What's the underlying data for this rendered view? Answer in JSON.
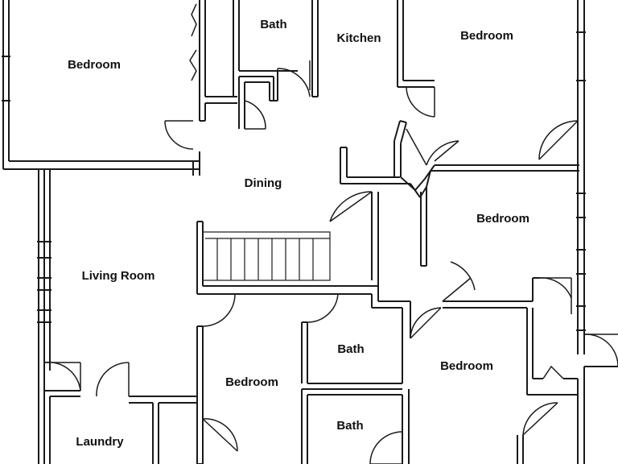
{
  "rooms": [
    {
      "id": "bedroom-nw",
      "label": "Bedroom"
    },
    {
      "id": "bath-north",
      "label": "Bath"
    },
    {
      "id": "kitchen",
      "label": "Kitchen"
    },
    {
      "id": "bedroom-ne",
      "label": "Bedroom"
    },
    {
      "id": "dining",
      "label": "Dining"
    },
    {
      "id": "bedroom-east",
      "label": "Bedroom"
    },
    {
      "id": "living-room",
      "label": "Living Room"
    },
    {
      "id": "bath-center",
      "label": "Bath"
    },
    {
      "id": "bedroom-center",
      "label": "Bedroom"
    },
    {
      "id": "bedroom-se",
      "label": "Bedroom"
    },
    {
      "id": "bath-south",
      "label": "Bath"
    },
    {
      "id": "laundry",
      "label": "Laundry"
    }
  ],
  "colors": {
    "wall": "#1a1a1a",
    "background": "#ffffff",
    "text": "#111111"
  }
}
